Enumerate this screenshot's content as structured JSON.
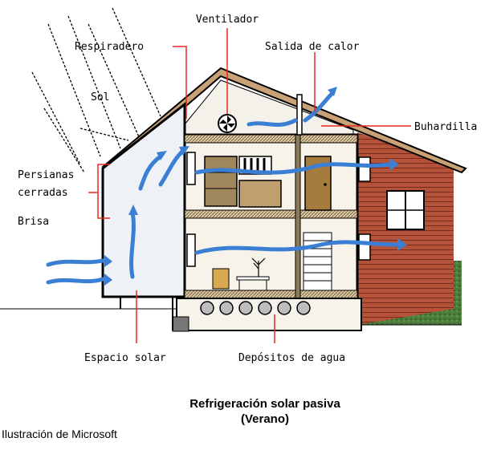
{
  "labels": {
    "ventilador": "Ventilador",
    "respiradero": "Respiradero",
    "salida_calor": "Salida de calor",
    "sol": "Sol",
    "buhardilla": "Buhardilla",
    "persianas_line1": "Persianas",
    "persianas_line2": "cerradas",
    "brisa": "Brisa",
    "espacio_solar": "Espacio solar",
    "depositos_agua": "Depósitos de agua"
  },
  "caption": {
    "title": "Refrigeración solar pasiva",
    "subtitle": "(Verano)"
  },
  "credit": "Ilustración de Microsoft",
  "colors": {
    "leader_line": "#e8281e",
    "air_flow": "#3a7fd4",
    "siding": "#b5523a",
    "house_outline": "#000000",
    "foliage": "#3f6e32"
  }
}
